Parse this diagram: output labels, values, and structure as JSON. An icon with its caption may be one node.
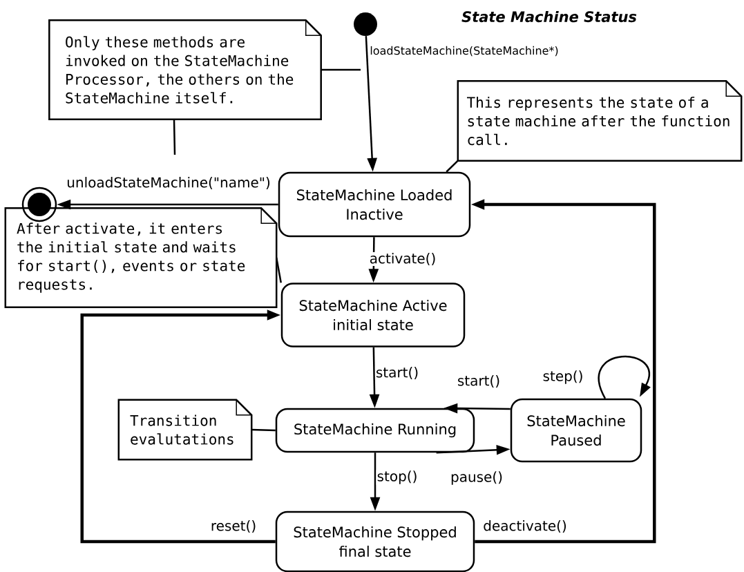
{
  "diagram": {
    "title": "State Machine Status",
    "nodes": [
      {
        "text": [],
        "shape": "circle"
      },
      {
        "text": [
          "Only these methods are invoked on the StateMachine Processor, the others on the StateMachine itself."
        ]
      },
      {
        "text": [
          "This represents the state of a state machine after the function call."
        ]
      },
      {
        "text": [
          "StateMachine Loaded Inactive"
        ]
      },
      {
        "text": [],
        "shape": "circle"
      },
      {
        "text": [
          "After activate, it enters the initial state and waits for start(), events or state requests."
        ]
      },
      {
        "text": [
          "StateMachine Active initial state"
        ]
      },
      {
        "text": [
          "Transition evalutations"
        ]
      },
      {
        "text": [
          "StateMachine Running"
        ]
      },
      {
        "text": [
          "StateMachine Paused"
        ]
      },
      {
        "text": [
          "StateMachine Stopped final state"
        ]
      }
    ],
    "edges": [
      {
        "from": 0,
        "to": 3,
        "arrow": "to",
        "label": "loadStateMachine(StateMachine*)"
      },
      {
        "from": 3,
        "to": 4,
        "arrow": "to",
        "label": "unloadStateMachine(\"name\")"
      },
      {
        "from": 3,
        "to": 6,
        "arrow": "to",
        "label": "activate()"
      },
      {
        "from": 6,
        "to": 8,
        "arrow": "to",
        "label": "start()"
      },
      {
        "from": 9,
        "to": 8,
        "arrow": "to",
        "label": "start()"
      },
      {
        "from": 8,
        "to": 9,
        "arrow": "to",
        "label": "pause()"
      },
      {
        "from": 9,
        "to": 9,
        "arrow": "to",
        "label": "step()"
      },
      {
        "from": 8,
        "to": 10,
        "arrow": "to",
        "label": "stop()"
      },
      {
        "from": 10,
        "to": 6,
        "arrow": "to",
        "label": "reset()",
        "style": "thick"
      },
      {
        "from": 10,
        "to": 3,
        "arrow": "to",
        "label": "deactivate()",
        "style": "thick"
      },
      {
        "from": 1,
        "to": null,
        "arrow": "none"
      },
      {
        "from": 1,
        "to": null,
        "arrow": "none"
      },
      {
        "from": 2,
        "to": 3,
        "arrow": "none"
      },
      {
        "from": 5,
        "to": 6,
        "arrow": "none"
      },
      {
        "from": 7,
        "to": 8,
        "arrow": "none"
      }
    ]
  }
}
